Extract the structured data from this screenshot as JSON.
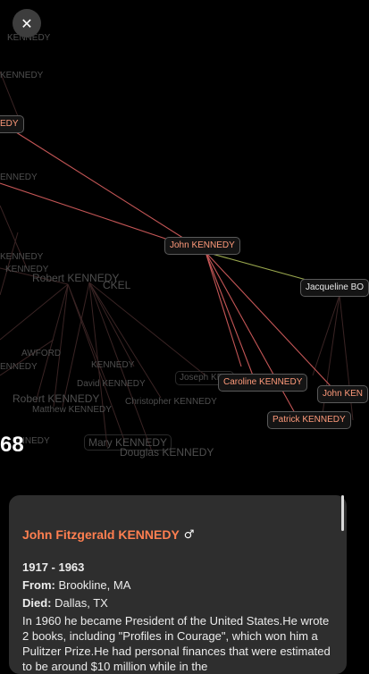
{
  "close_button": {
    "icon": "close-icon",
    "glyph": "✕"
  },
  "graph": {
    "active_nodes": [
      {
        "id": "edy-left",
        "label": "EDY"
      },
      {
        "id": "john",
        "label": "John KENNEDY"
      },
      {
        "id": "caroline",
        "label": "Caroline KENNEDY"
      },
      {
        "id": "patrick",
        "label": "Patrick KENNEDY"
      },
      {
        "id": "john-jr",
        "label": "John KEN"
      }
    ],
    "spouse_node": {
      "label": "Jacqueline BO"
    },
    "faded_nodes": [
      {
        "label": "Robert KENNEDY"
      },
      {
        "label": "Robert KENNEDY"
      },
      {
        "label": "Mary KENNEDY"
      },
      {
        "label": "Douglas KENNEDY"
      },
      {
        "label": "David KENNEDY"
      },
      {
        "label": "Christopher KENNEDY"
      },
      {
        "label": "Joseph KEN"
      },
      {
        "label": "Matthew KENNEDY"
      },
      {
        "label": "ENNEDY"
      },
      {
        "label": "ENNEDY"
      },
      {
        "label": "KENNEDY"
      },
      {
        "label": "KENNEDY"
      },
      {
        "label": "CKEL"
      },
      {
        "label": "AWFORD"
      },
      {
        "label": "KENNEDY"
      },
      {
        "label": "KENNEDY"
      }
    ],
    "year_fragment": "68"
  },
  "person": {
    "name": "John Fitzgerald KENNEDY",
    "gender_symbol": "♂",
    "lifespan": "1917 - 1963",
    "from_label": "From:",
    "from_value": "Brookline, MA",
    "died_label": "Died:",
    "died_value": "Dallas, TX",
    "bio": "In 1960 he became President of the United States.He wrote 2 books, including \"Profiles in Courage\", which won him a Pulitzer Prize.He had personal finances that were estimated to be around $10 million while in the"
  },
  "colors": {
    "background": "#000000",
    "accent": "#ff7f50",
    "edge_active": "#c45656",
    "edge_spouse": "#9aa84e",
    "card": "#2e2e2e"
  }
}
